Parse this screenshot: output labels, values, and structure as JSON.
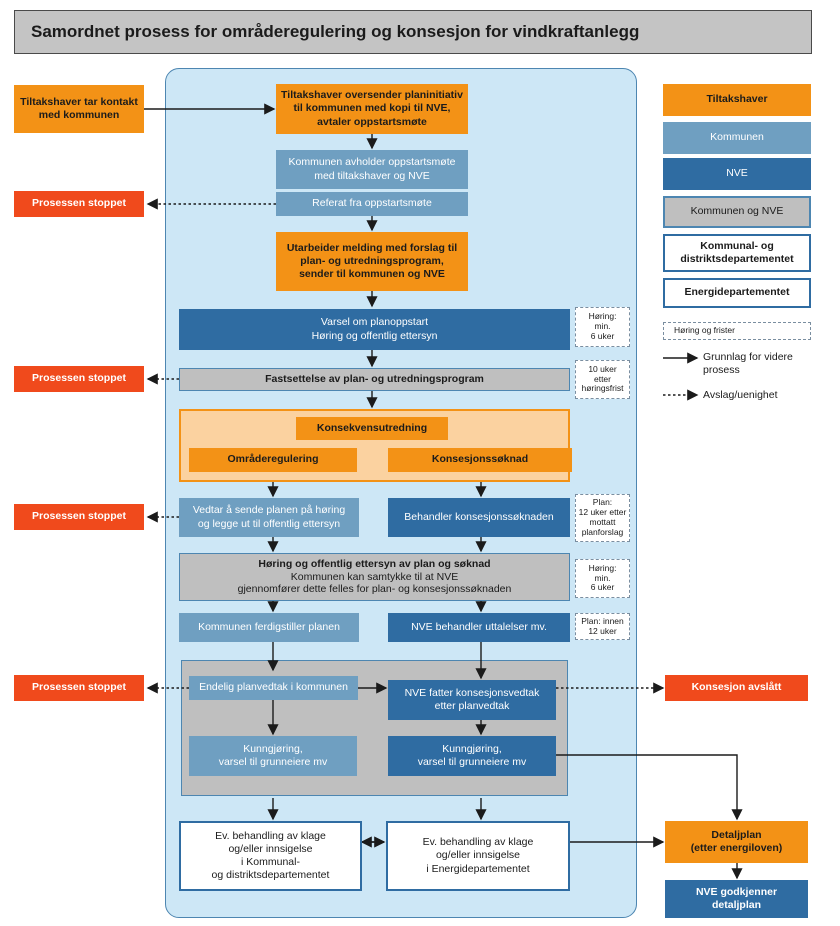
{
  "title": "Samordnet prosess for områderegulering og konsesjon for vindkraftanlegg",
  "flow": {
    "start_left": "Tiltakshaver tar kontakt\nmed kommunen",
    "initiativ": "Tiltakshaver oversender planinitiativ\ntil kommunen med kopi til NVE,\navtaler oppstartsmøte",
    "oppstartsmote": "Kommunen avholder oppstartsmøte\nmed tiltakshaver og NVE",
    "referat": "Referat fra oppstartsmøte",
    "melding": "Utarbeider melding med forslag til\nplan- og utredningsprogram,\nsender til kommunen og NVE",
    "varsel": "Varsel om planoppstart\nHøring og offentlig ettersyn",
    "fastsettelse": "Fastsettelse av plan- og utredningsprogram",
    "konsekvensutredning": "Konsekvensutredning",
    "omraderegulering": "Områderegulering",
    "konsesjonssoknad": "Konsesjonssøknad",
    "vedtar": "Vedtar å sende planen på høring\nog legge ut til offentlig ettersyn",
    "behandler": "Behandler konsesjonssøknaden",
    "horing_title": "Høring og offentlig ettersyn av plan og søknad",
    "horing_body": "Kommunen kan samtykke til at NVE\ngjennomfører dette felles for plan- og konsesjonssøknaden",
    "ferdigstiller": "Kommunen ferdigstiller planen",
    "nve_uttalelser": "NVE behandler uttalelser mv.",
    "planvedtak": "Endelig planvedtak i kommunen",
    "konsesjonsvedtak": "NVE fatter konsesjonsvedtak\netter planvedtak",
    "kunngjoring_left": "Kunngjøring,\nvarsel til grunneiere mv",
    "kunngjoring_right": "Kunngjøring,\nvarsel til grunneiere mv",
    "klage_left": "Ev. behandling av klage\nog/eller innsigelse\ni Kommunal-\nog distriktsdepartementet",
    "klage_right": "Ev. behandling av klage\nog/eller innsigelse\ni Energidepartementet",
    "detaljplan": "Detaljplan\n(etter energiloven)",
    "nve_godkjenner": "NVE godkjenner\ndetaljplan",
    "stop_1": "Prosessen stoppet",
    "stop_2": "Prosessen stoppet",
    "stop_3": "Prosessen stoppet",
    "stop_4": "Prosessen stoppet",
    "konsesjon_avslatt": "Konsesjon avslått"
  },
  "notes": {
    "n1": "Høring:\nmin.\n6 uker",
    "n2": "10 uker\netter\nhøringsfrist",
    "n3": "Plan:\n12 uker etter\nmottatt\nplanforslag",
    "n4": "Høring:\nmin.\n6 uker",
    "n5": "Plan: innen\n12 uker"
  },
  "legend": {
    "tiltakshaver": "Tiltakshaver",
    "kommunen": "Kommunen",
    "nve": "NVE",
    "kommunen_og_nve": "Kommunen og NVE",
    "kdd": "Kommunal- og\ndistriktsdepartementet",
    "ed": "Energidepartementet",
    "horing_frister": "Høring og frister",
    "grunnlag": "Grunnlag for videre\nprosess",
    "avslag": "Avslag/uenighet"
  },
  "colors": {
    "orange": "#f39216",
    "light_blue": "#6f9fc1",
    "dark_blue": "#2f6ca2",
    "grey": "#bfbfbf",
    "red": "#f04a1c",
    "panel_blue": "#cde7f6"
  }
}
